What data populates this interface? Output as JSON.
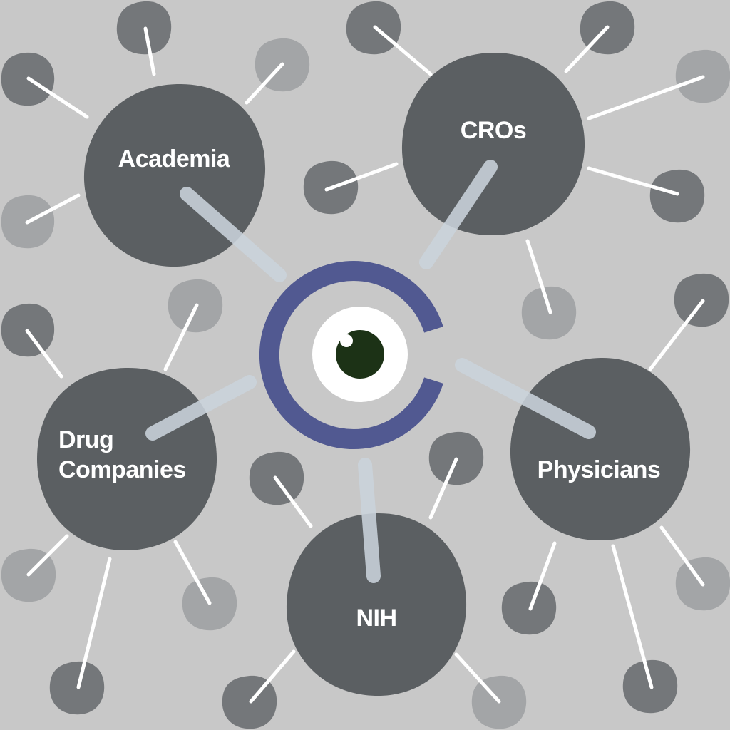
{
  "diagram": {
    "center_label": "",
    "nodes": [
      {
        "id": "academia",
        "label_lines": [
          "Academia"
        ]
      },
      {
        "id": "cros",
        "label_lines": [
          "CROs"
        ]
      },
      {
        "id": "drug-companies",
        "label_lines": [
          "Drug",
          "Companies"
        ]
      },
      {
        "id": "physicians",
        "label_lines": [
          "Physicians"
        ]
      },
      {
        "id": "nih",
        "label_lines": [
          "NIH"
        ]
      }
    ]
  },
  "colors": {
    "background": "#c8c8c8",
    "main_node": "#5b5f62",
    "satellite_dark": "#74777a",
    "satellite_light": "#a3a5a7",
    "spoke_white": "#ffffff",
    "center_connector": "#b9c3cb",
    "logo_ring": "#515991",
    "logo_inner_white": "#ffffff",
    "logo_pupil": "#1c3216"
  }
}
